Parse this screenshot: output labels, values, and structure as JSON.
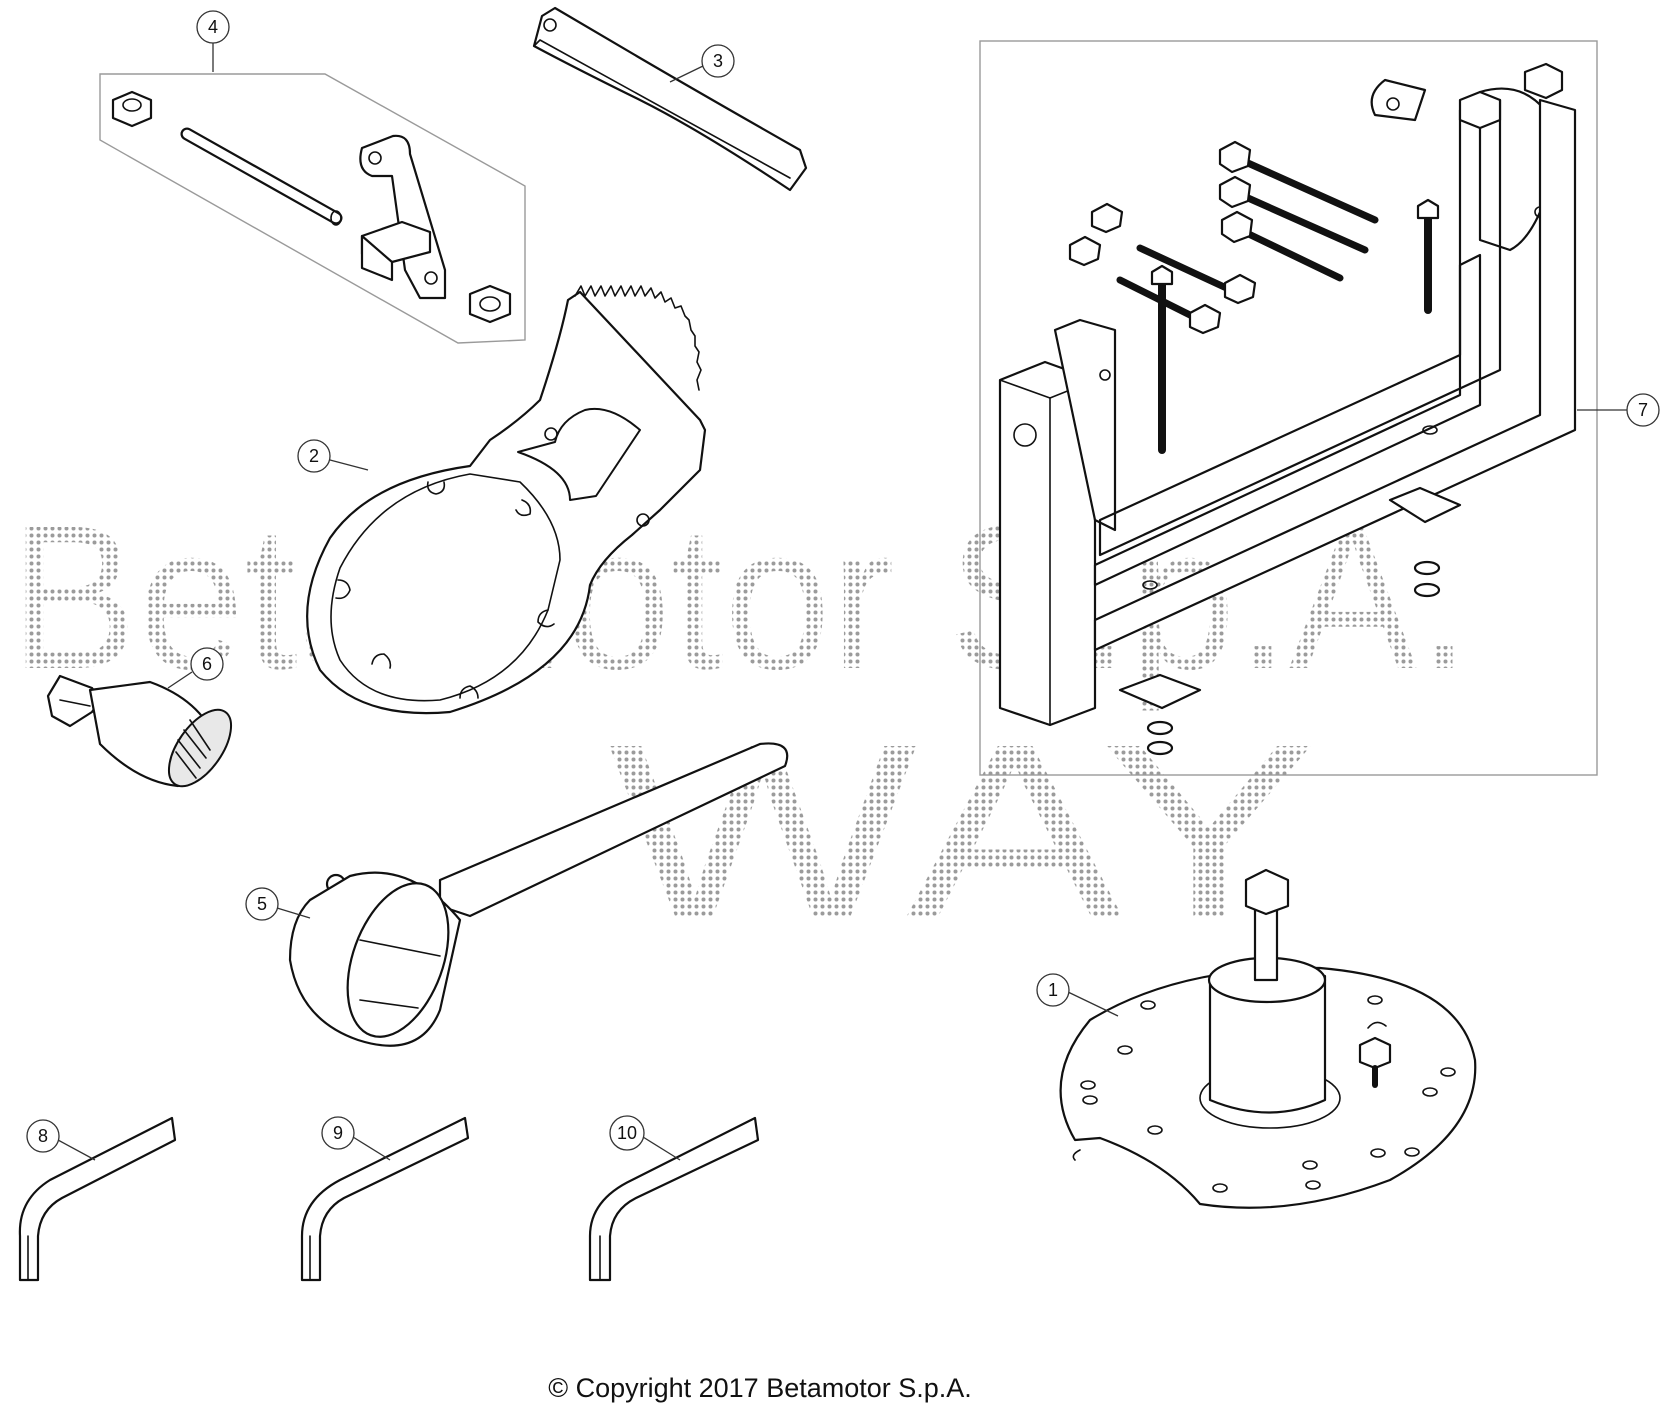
{
  "watermark": {
    "line1": "Betamotor S.p.A.",
    "line2": "WAY"
  },
  "callouts": [
    "1",
    "2",
    "3",
    "4",
    "5",
    "6",
    "7",
    "8",
    "9",
    "10"
  ],
  "copyright": "© Copyright 2017 Betamotor S.p.A."
}
